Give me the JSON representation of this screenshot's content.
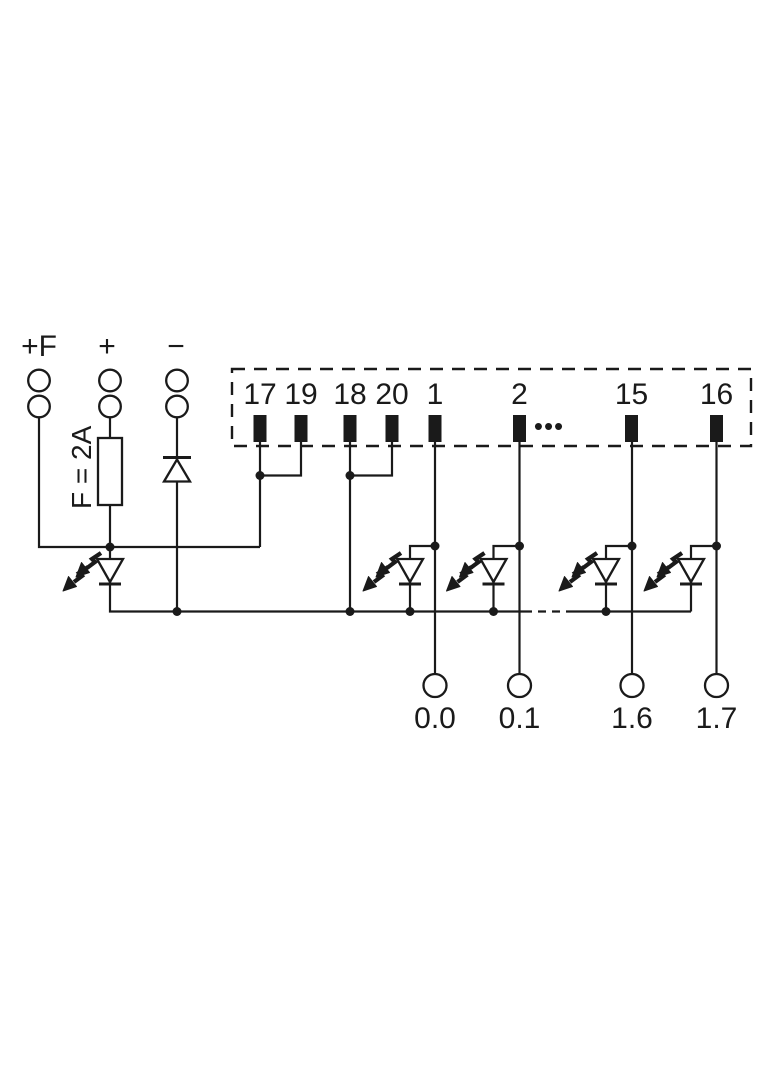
{
  "colors": {
    "line": "#1a1a1a",
    "background": "#ffffff"
  },
  "power_terminals": [
    {
      "label": "+F"
    },
    {
      "label": "+"
    },
    {
      "label": "−"
    }
  ],
  "fuse": {
    "label": "F = 2A"
  },
  "connector": {
    "pins": [
      {
        "label": "17"
      },
      {
        "label": "19"
      },
      {
        "label": "18"
      },
      {
        "label": "20"
      },
      {
        "label": "1"
      },
      {
        "label": "2"
      },
      {
        "label": "15"
      },
      {
        "label": "16"
      }
    ],
    "ellipsis": "•••"
  },
  "outputs": [
    {
      "label": "0.0"
    },
    {
      "label": "0.1"
    },
    {
      "label": "1.6"
    },
    {
      "label": "1.7"
    }
  ]
}
